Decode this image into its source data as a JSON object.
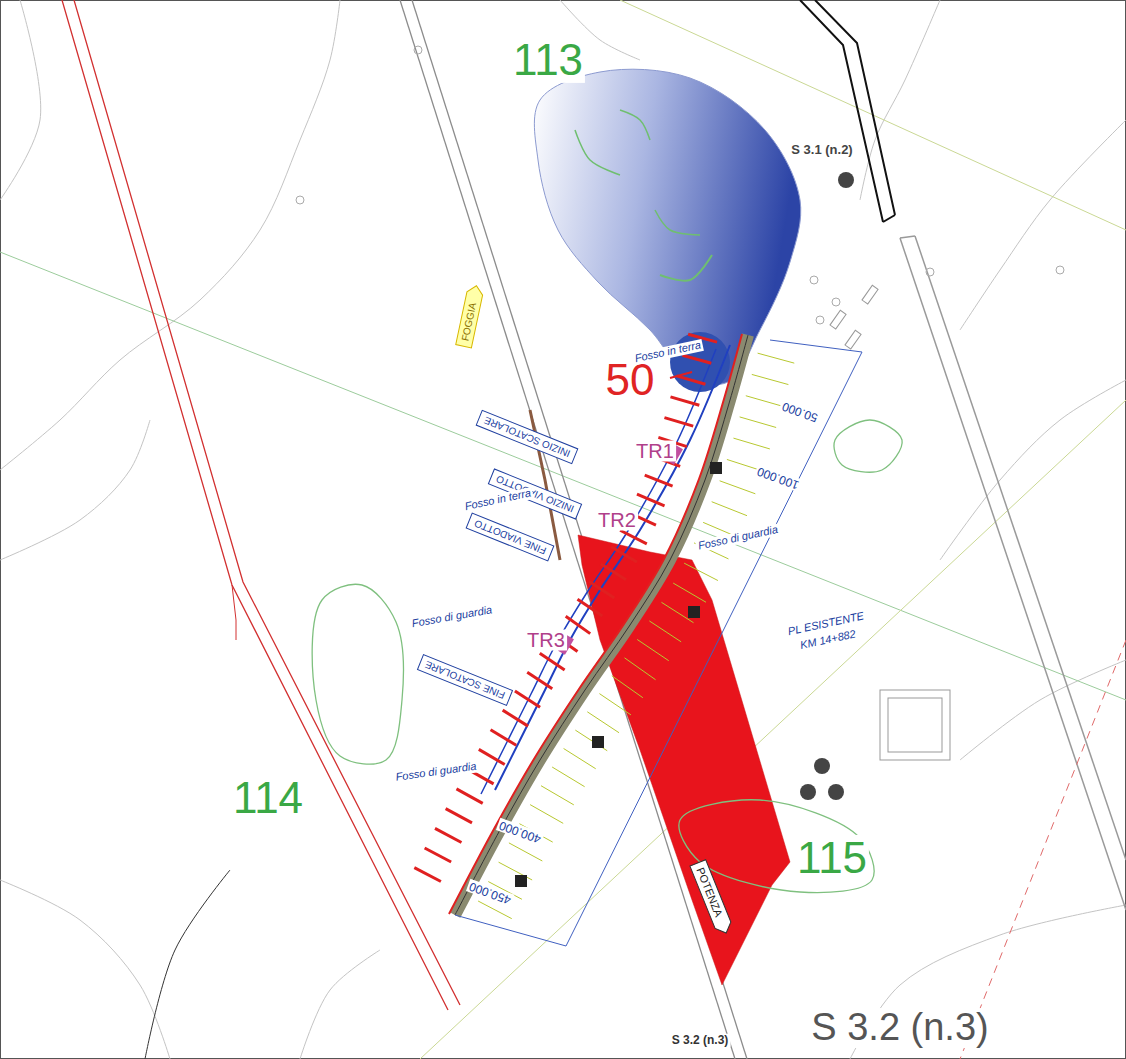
{
  "diagram": {
    "nodes": [
      {
        "text": [
          "FOGGIA"
        ]
      },
      {
        "text": [
          "INIZIO SCATOLARE"
        ]
      },
      {
        "text": [
          "INIZIO VIADOTTO"
        ]
      },
      {
        "text": [
          "FINE VIADOTTO"
        ]
      },
      {
        "text": [
          "FINE SCATOLARE"
        ]
      },
      {
        "text": [
          "POTENZA"
        ]
      }
    ],
    "labels": [
      "113",
      "114",
      "115",
      "50",
      "TR1",
      "TR2",
      "TR3",
      "S 3.1 (n.2)",
      "S 3.2 (n.3)",
      "S 3.2 (n.3)",
      "Fosso in terra",
      "Fosso in terra",
      "Fosso di guardia",
      "Fosso di guardia",
      "Fosso di guardia",
      "PL ESISTENTE",
      "KM 14+882",
      "50.000",
      "100.000",
      "400.000",
      "450.000"
    ]
  }
}
